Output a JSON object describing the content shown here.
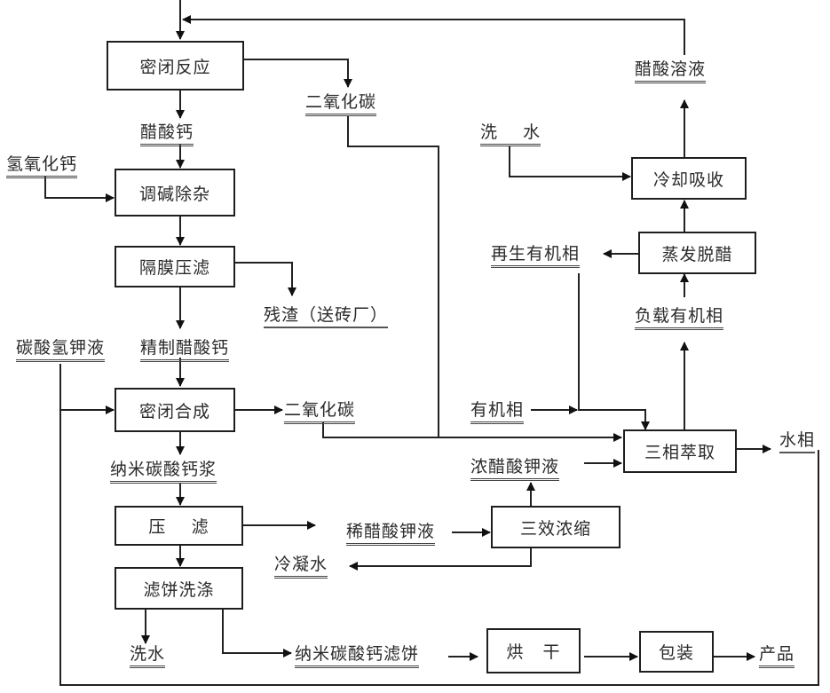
{
  "diagram": {
    "type": "process-flow",
    "process_boxes": {
      "sealed_reaction": "密闭反应",
      "alkali_adjust": "调碱除杂",
      "membrane_filter": "隔膜压滤",
      "sealed_synthesis": "密闭合成",
      "press_filter": "压    滤",
      "cake_wash": "滤饼洗涤",
      "drying": "烘   干",
      "packaging": "包装",
      "triple_concentrate": "三效浓缩",
      "three_phase_extract": "三相萃取",
      "evaporate_deacid": "蒸发脱醋",
      "cool_absorb": "冷却吸收"
    },
    "stream_labels": {
      "co2_top": "二氧化碳",
      "calcium_acetate": "醋酸钙",
      "calcium_hydroxide": "氢氧化钙",
      "residue": "残渣（送砖厂）",
      "refined_calcium_acetate": "精制醋酸钙",
      "khco3_solution": "碳酸氢钾液",
      "co2_mid": "二氧化碳",
      "nano_caco3_slurry": "纳米碳酸钙浆",
      "dilute_kac": "稀醋酸钾液",
      "condensate": "冷凝水",
      "wash_water_bottom": "洗水",
      "nano_caco3_cake": "纳米碳酸钙滤饼",
      "product": "产品",
      "acetic_solution": "醋酸溶液",
      "wash_water_top": "洗    水",
      "regen_organic": "再生有机相",
      "loaded_organic": "负载有机相",
      "organic_phase": "有机相",
      "conc_kac": "浓醋酸钾液",
      "aqueous_phase": "水相"
    },
    "flows": [
      {
        "from": "醋酸溶液",
        "to": "密闭反应"
      },
      {
        "from": "密闭反应",
        "to": "二氧化碳"
      },
      {
        "from": "密闭反应",
        "to": "醋酸钙"
      },
      {
        "from": "醋酸钙",
        "to": "调碱除杂"
      },
      {
        "from": "氢氧化钙",
        "to": "调碱除杂"
      },
      {
        "from": "调碱除杂",
        "to": "隔膜压滤"
      },
      {
        "from": "隔膜压滤",
        "to": "残渣（送砖厂）"
      },
      {
        "from": "隔膜压滤",
        "to": "精制醋酸钙"
      },
      {
        "from": "精制醋酸钙",
        "to": "密闭合成"
      },
      {
        "from": "碳酸氢钾液",
        "to": "密闭合成"
      },
      {
        "from": "密闭合成",
        "to": "二氧化碳"
      },
      {
        "from": "二氧化碳",
        "to": "三相萃取"
      },
      {
        "from": "密闭合成",
        "to": "纳米碳酸钙浆"
      },
      {
        "from": "纳米碳酸钙浆",
        "to": "压滤"
      },
      {
        "from": "压滤",
        "to": "稀醋酸钾液"
      },
      {
        "from": "压滤",
        "to": "滤饼洗涤"
      },
      {
        "from": "稀醋酸钾液",
        "to": "三效浓缩"
      },
      {
        "from": "三效浓缩",
        "to": "浓醋酸钾液"
      },
      {
        "from": "三效浓缩",
        "to": "冷凝水"
      },
      {
        "from": "浓醋酸钾液",
        "to": "三相萃取"
      },
      {
        "from": "有机相",
        "to": "三相萃取"
      },
      {
        "from": "再生有机相",
        "to": "三相萃取"
      },
      {
        "from": "三相萃取",
        "to": "负载有机相"
      },
      {
        "from": "三相萃取",
        "to": "水相"
      },
      {
        "from": "水相",
        "to": "碳酸氢钾液"
      },
      {
        "from": "负载有机相",
        "to": "蒸发脱醋"
      },
      {
        "from": "蒸发脱醋",
        "to": "再生有机相"
      },
      {
        "from": "蒸发脱醋",
        "to": "冷却吸收"
      },
      {
        "from": "洗水",
        "to": "冷却吸收"
      },
      {
        "from": "冷却吸收",
        "to": "醋酸溶液"
      },
      {
        "from": "滤饼洗涤",
        "to": "洗水"
      },
      {
        "from": "滤饼洗涤",
        "to": "纳米碳酸钙滤饼"
      },
      {
        "from": "纳米碳酸钙滤饼",
        "to": "烘干"
      },
      {
        "from": "烘干",
        "to": "包装"
      },
      {
        "from": "包装",
        "to": "产品"
      }
    ]
  }
}
